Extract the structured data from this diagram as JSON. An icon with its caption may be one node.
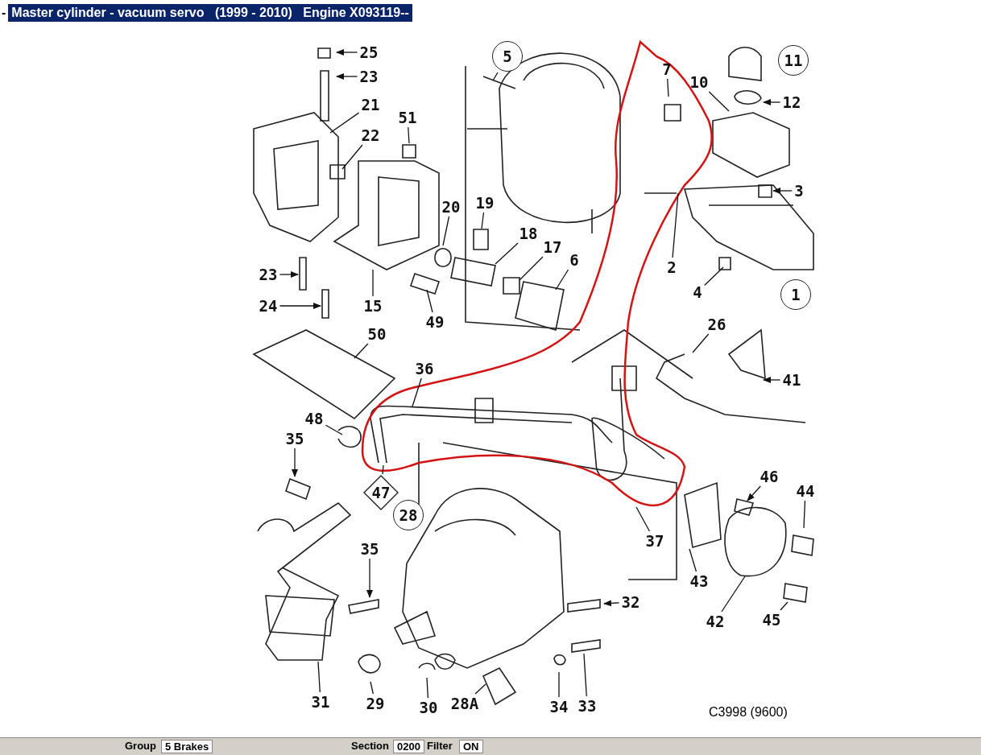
{
  "diagram": {
    "title": "Master cylinder - vacuum servo   (1999 - 2010)   Engine X093119--",
    "caption": "C3998 (9600)",
    "nodes": [
      {
        "text": [
          "25"
        ]
      },
      {
        "text": [
          "23"
        ]
      },
      {
        "text": [
          "21"
        ]
      },
      {
        "text": [
          "22"
        ]
      },
      {
        "text": [
          "51"
        ]
      },
      {
        "text": [
          "5"
        ]
      },
      {
        "text": [
          "7"
        ]
      },
      {
        "text": [
          "10"
        ]
      },
      {
        "text": [
          "11"
        ]
      },
      {
        "text": [
          "12"
        ]
      },
      {
        "text": [
          "3"
        ]
      },
      {
        "text": [
          "20"
        ]
      },
      {
        "text": [
          "19"
        ]
      },
      {
        "text": [
          "18"
        ]
      },
      {
        "text": [
          "17"
        ]
      },
      {
        "text": [
          "6"
        ]
      },
      {
        "text": [
          "2"
        ]
      },
      {
        "text": [
          "23"
        ]
      },
      {
        "text": [
          "15"
        ]
      },
      {
        "text": [
          "49"
        ]
      },
      {
        "text": [
          "24"
        ]
      },
      {
        "text": [
          "4"
        ]
      },
      {
        "text": [
          "1"
        ]
      },
      {
        "text": [
          "50"
        ]
      },
      {
        "text": [
          "26"
        ]
      },
      {
        "text": [
          "36"
        ]
      },
      {
        "text": [
          "41"
        ]
      },
      {
        "text": [
          "48"
        ]
      },
      {
        "text": [
          "35"
        ]
      },
      {
        "text": [
          "47"
        ]
      },
      {
        "text": [
          "28"
        ]
      },
      {
        "text": [
          "46"
        ]
      },
      {
        "text": [
          "44"
        ]
      },
      {
        "text": [
          "37"
        ]
      },
      {
        "text": [
          "35"
        ]
      },
      {
        "text": [
          "32"
        ]
      },
      {
        "text": [
          "43"
        ]
      },
      {
        "text": [
          "42"
        ]
      },
      {
        "text": [
          "45"
        ]
      },
      {
        "text": [
          "31"
        ]
      },
      {
        "text": [
          "29"
        ]
      },
      {
        "text": [
          "30"
        ]
      },
      {
        "text": [
          "28A"
        ]
      },
      {
        "text": [
          "34"
        ]
      },
      {
        "text": [
          "33"
        ]
      }
    ],
    "edges": [
      {
        "from": 0,
        "to": null,
        "arrow": "to"
      },
      {
        "from": 1,
        "to": null,
        "arrow": "to"
      },
      {
        "from": 2,
        "to": null,
        "arrow": "none"
      },
      {
        "from": 3,
        "to": null,
        "arrow": "none"
      },
      {
        "from": 4,
        "to": null,
        "arrow": "none"
      },
      {
        "from": 5,
        "to": null,
        "arrow": "none"
      },
      {
        "from": 6,
        "to": null,
        "arrow": "none"
      },
      {
        "from": 7,
        "to": null,
        "arrow": "none"
      },
      {
        "from": 9,
        "to": null,
        "arrow": "to"
      },
      {
        "from": 10,
        "to": null,
        "arrow": "to"
      },
      {
        "from": 11,
        "to": null,
        "arrow": "none"
      },
      {
        "from": 12,
        "to": null,
        "arrow": "none"
      },
      {
        "from": 13,
        "to": null,
        "arrow": "none"
      },
      {
        "from": 14,
        "to": null,
        "arrow": "none"
      },
      {
        "from": 15,
        "to": null,
        "arrow": "none"
      },
      {
        "from": 16,
        "to": null,
        "arrow": "none"
      },
      {
        "from": 17,
        "to": null,
        "arrow": "to"
      },
      {
        "from": 18,
        "to": null,
        "arrow": "none"
      },
      {
        "from": 19,
        "to": null,
        "arrow": "none"
      },
      {
        "from": 20,
        "to": null,
        "arrow": "to"
      },
      {
        "from": 21,
        "to": null,
        "arrow": "none"
      },
      {
        "from": 23,
        "to": null,
        "arrow": "none"
      },
      {
        "from": 24,
        "to": null,
        "arrow": "none"
      },
      {
        "from": 25,
        "to": null,
        "arrow": "none"
      },
      {
        "from": 26,
        "to": null,
        "arrow": "to"
      },
      {
        "from": 27,
        "to": null,
        "arrow": "none"
      },
      {
        "from": 28,
        "to": null,
        "arrow": "to"
      },
      {
        "from": 29,
        "to": null,
        "arrow": "none"
      },
      {
        "from": 31,
        "to": null,
        "arrow": "to"
      },
      {
        "from": 32,
        "to": null,
        "arrow": "none"
      },
      {
        "from": 33,
        "to": null,
        "arrow": "none"
      },
      {
        "from": 34,
        "to": null,
        "arrow": "to"
      },
      {
        "from": 35,
        "to": null,
        "arrow": "to"
      },
      {
        "from": 36,
        "to": null,
        "arrow": "none"
      },
      {
        "from": 37,
        "to": null,
        "arrow": "none"
      },
      {
        "from": 38,
        "to": null,
        "arrow": "none"
      },
      {
        "from": 39,
        "to": null,
        "arrow": "none"
      },
      {
        "from": 40,
        "to": null,
        "arrow": "none"
      },
      {
        "from": 41,
        "to": null,
        "arrow": "none"
      },
      {
        "from": 42,
        "to": null,
        "arrow": "none"
      },
      {
        "from": 43,
        "to": null,
        "arrow": "none"
      },
      {
        "from": 44,
        "to": null,
        "arrow": "none"
      }
    ],
    "labels": [
      "-",
      "Group",
      "5 Brakes",
      "Section",
      "0200",
      "Filter",
      "ON"
    ]
  }
}
